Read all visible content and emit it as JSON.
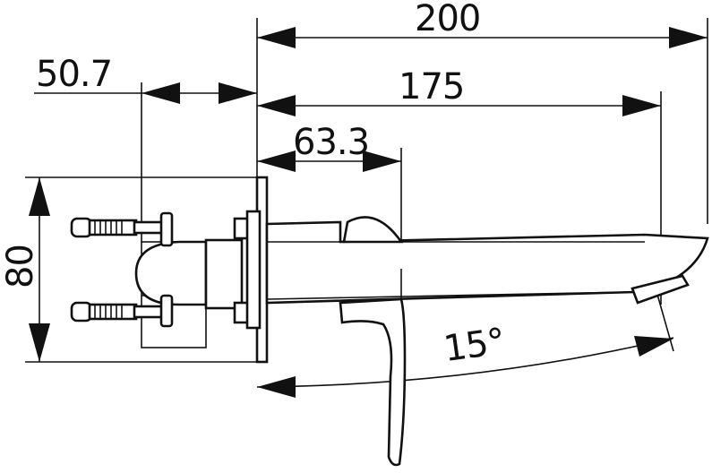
{
  "dimensions": {
    "overall_length": "200",
    "spout_length": "175",
    "handle_offset": "63.3",
    "wall_depth": "50.7",
    "height": "80",
    "spout_angle": "15°"
  },
  "colors": {
    "line": "#111111",
    "background": "#ffffff"
  }
}
